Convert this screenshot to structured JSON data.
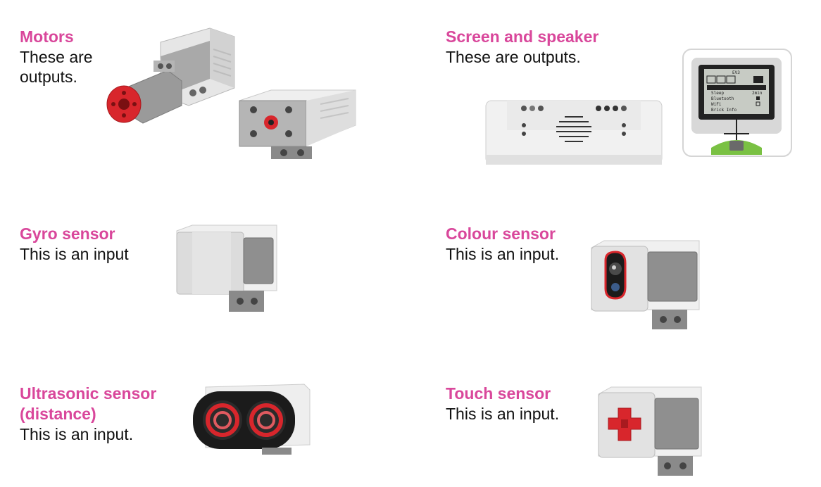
{
  "items": [
    {
      "title": "Motors",
      "desc": "These are\noutputs."
    },
    {
      "title": "Screen and speaker",
      "desc": "These are outputs."
    },
    {
      "title": "Gyro sensor",
      "desc": "This is an input"
    },
    {
      "title": "Colour sensor",
      "desc": "This is an input."
    },
    {
      "title": "Ultrasonic sensor\n(distance)",
      "desc": "This is an input."
    },
    {
      "title": "Touch sensor",
      "desc": "This is an input."
    }
  ],
  "screen": {
    "menu_items": [
      "",
      "Sleep",
      "Bluetooth",
      "WiFi",
      "Brick Info"
    ],
    "menu_values": [
      "",
      "2min",
      "",
      "",
      ""
    ],
    "header_label": "EV3"
  },
  "colors": {
    "title": "#d9479b",
    "text": "#111111",
    "lego_light": "#e9e9e9",
    "lego_grey": "#a0a0a0",
    "lego_dark": "#6b6b6b",
    "lego_red": "#d8262c",
    "lego_black": "#1b1b1b",
    "screen_green": "#7ac143"
  }
}
